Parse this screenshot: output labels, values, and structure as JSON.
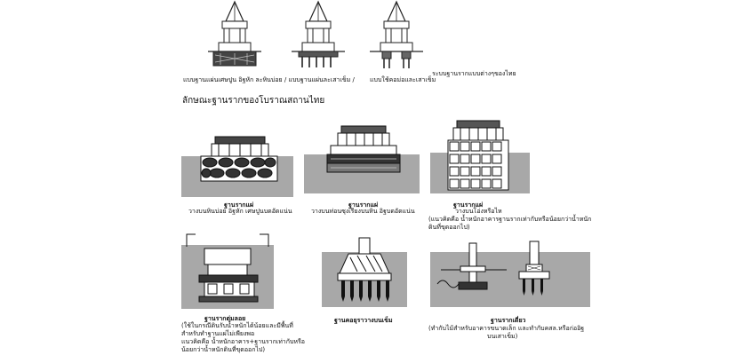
{
  "top_row": {
    "caption_1": "แบบฐานแผ่นเศษปูน อิฐหัก ละหินบ่อย / แบบฐานแผ่นละเสาเข็ม /",
    "caption_2": "แบบใช้คอม่อและเสาเข็ม",
    "caption_3": "ระบบฐานรากแบบต่างๆของไทย"
  },
  "section_heading": "ลักษณะฐานรากของโบราณสถานไทย",
  "row2": {
    "item1": {
      "title": "ฐานรากแผ่",
      "desc": "วางบนหินบ่อย อิฐหัก เศษปูนบดอัดแน่น"
    },
    "item2": {
      "title": "ฐานรากแผ่",
      "desc": "วางบนท่อนซุงเรียงบนหิน อิฐบดอัดแน่น"
    },
    "item3": {
      "title": "ฐานรากแผ่",
      "desc_1": "วางบนโอ่งหรือไห",
      "desc_2": "(แนวคิดคือ น้ำหนักอาคารฐานรากเท่ากับหรือน้อยกว่าน้ำหนัก",
      "desc_3": "ดินที่ขุดออกไป)"
    }
  },
  "row3": {
    "item1": {
      "title": "ฐานรากตุ่มลอย",
      "desc_1": "(ใช้ในกรณีดินรับน้ำหนักได้น้อยและมีพื้นที่",
      "desc_2": "สำหรับทำฐานแผ่ไม่เพียงพอ",
      "desc_3": "แนวคิดคือ น้ำหนักอาคาร+ฐานรากเท่ากับหรือ",
      "desc_4": "น้อยกว่าน้ำหนักดินที่ขุดออกไป)"
    },
    "item2": {
      "title": "ฐานคอยุราวางบนเข็ม"
    },
    "item3": {
      "title": "ฐานรากเดี่ยว",
      "desc_1": "(ทำกับไม้สำหรับอาคารขนาดเล็ก และทำกับคสล.หรือก่ออิฐ",
      "desc_2": "บนเสาเข็ม)"
    }
  }
}
